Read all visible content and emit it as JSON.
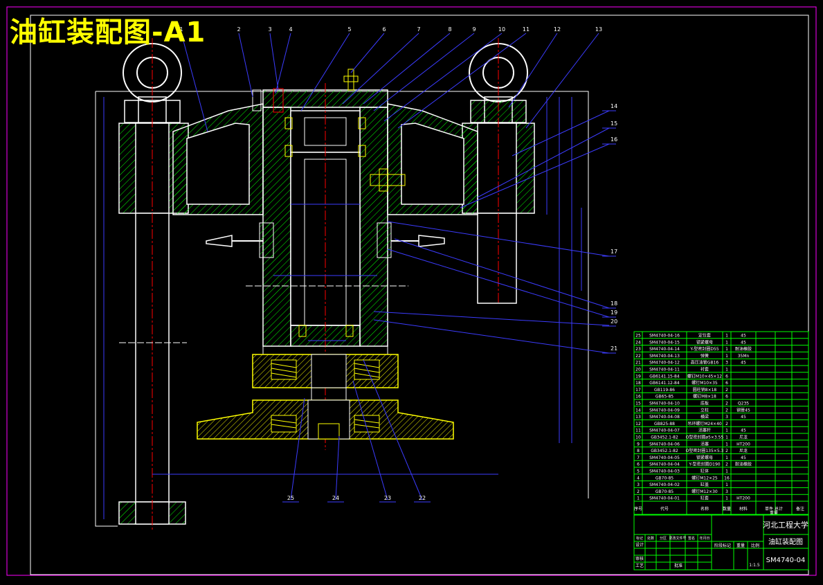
{
  "title": "油缸装配图-A1",
  "callouts_top": [
    "1",
    "2",
    "3",
    "4",
    "5",
    "6",
    "7",
    "8",
    "9",
    "10",
    "11",
    "12",
    "13"
  ],
  "callouts_right": [
    "14",
    "15",
    "16",
    "17",
    "18",
    "19",
    "20",
    "21"
  ],
  "callouts_bottom": [
    "25",
    "24",
    "23",
    "22"
  ],
  "bom": [
    {
      "no": "25",
      "code": "SM4740-04-16",
      "name": "定位套",
      "qty": "1",
      "mat": "45"
    },
    {
      "no": "24",
      "code": "SM4740-04-15",
      "name": "锁紧螺母",
      "qty": "1",
      "mat": "45"
    },
    {
      "no": "23",
      "code": "SM4740-04-14",
      "name": "Y-型密封圈D55",
      "qty": "1",
      "mat": "耐油橡胶"
    },
    {
      "no": "22",
      "code": "SM4740-04-13",
      "name": "弹簧",
      "qty": "1",
      "mat": "35Mn"
    },
    {
      "no": "21",
      "code": "SM4740-04-12",
      "name": "高压油管GB16",
      "qty": "3",
      "mat": "45"
    },
    {
      "no": "20",
      "code": "SM4740-04-11",
      "name": "衬套",
      "qty": "1",
      "mat": ""
    },
    {
      "no": "19",
      "code": "GB6141.15-84",
      "name": "螺钉M10×45×12",
      "qty": "6",
      "mat": ""
    },
    {
      "no": "18",
      "code": "GB6141.12-84",
      "name": "螺钉M10×35",
      "qty": "6",
      "mat": ""
    },
    {
      "no": "17",
      "code": "GB119-86",
      "name": "圆柱销8×18",
      "qty": "2",
      "mat": ""
    },
    {
      "no": "16",
      "code": "GB65-85",
      "name": "螺钉M8×18",
      "qty": "6",
      "mat": ""
    },
    {
      "no": "15",
      "code": "SM4740-04-10",
      "name": "底板",
      "qty": "2",
      "mat": "Q235"
    },
    {
      "no": "14",
      "code": "SM4740-04-09",
      "name": "立柱",
      "qty": "2",
      "mat": "钢管45"
    },
    {
      "no": "13",
      "code": "SM4740-04-08",
      "name": "横梁",
      "qty": "3",
      "mat": "45"
    },
    {
      "no": "12",
      "code": "GB825-88",
      "name": "吊环螺钉M24×40",
      "qty": "2",
      "mat": ""
    },
    {
      "no": "11",
      "code": "SM4740-04-07",
      "name": "活塞杆",
      "qty": "1",
      "mat": "45"
    },
    {
      "no": "10",
      "code": "GB3452.1-82",
      "name": "O型密封圈ø5×3.55",
      "qty": "1",
      "mat": "尼龙"
    },
    {
      "no": "9",
      "code": "SM4740-04-06",
      "name": "活塞",
      "qty": "1",
      "mat": "HT200"
    },
    {
      "no": "8",
      "code": "GB3452.1-82",
      "name": "O型密封圈135×5.3",
      "qty": "2",
      "mat": "尼龙"
    },
    {
      "no": "7",
      "code": "SM4740-04-05",
      "name": "锁紧螺母",
      "qty": "1",
      "mat": "45"
    },
    {
      "no": "6",
      "code": "SM4740-04-04",
      "name": "Y-型密封圈D190",
      "qty": "2",
      "mat": "耐油橡胶"
    },
    {
      "no": "5",
      "code": "SM4740-04-03",
      "name": "缸体",
      "qty": "1",
      "mat": ""
    },
    {
      "no": "4",
      "code": "GB70-85",
      "name": "螺钉M12×25",
      "qty": "16",
      "mat": ""
    },
    {
      "no": "3",
      "code": "SM4740-04-02",
      "name": "缸盖",
      "qty": "1",
      "mat": ""
    },
    {
      "no": "2",
      "code": "GB70-85",
      "name": "螺钉M12×30",
      "qty": "3",
      "mat": ""
    },
    {
      "no": "1",
      "code": "SM4740-04-01",
      "name": "缸套",
      "qty": "1",
      "mat": "HT200"
    }
  ],
  "bom_header": {
    "no": "序号",
    "code": "代号",
    "name": "名称",
    "qty": "数量",
    "mat": "材料",
    "unit_wt": "单件 总计",
    "wt": "重量",
    "note": "备注"
  },
  "titleblock": {
    "school": "河北工程大学",
    "drawing_name": "油缸装配图",
    "drawing_no": "SM4740-04",
    "scale": "1:1.5",
    "row_labels": [
      "标记",
      "处数",
      "分区",
      "更改文件号",
      "签名",
      "年月日"
    ],
    "design": "设计",
    "check": "审核",
    "process": "工艺",
    "approve": "批准",
    "stage": "阶段标记",
    "weight": "重量",
    "scale_label": "比例"
  },
  "colors": {
    "frame": "#ff00ff",
    "green": "#00ff00",
    "hatch": "#00ff00",
    "yellow": "#ffff00",
    "white": "#ffffff",
    "blue": "#3c3cff",
    "red": "#ff0000",
    "cyan": "#00ffff"
  }
}
